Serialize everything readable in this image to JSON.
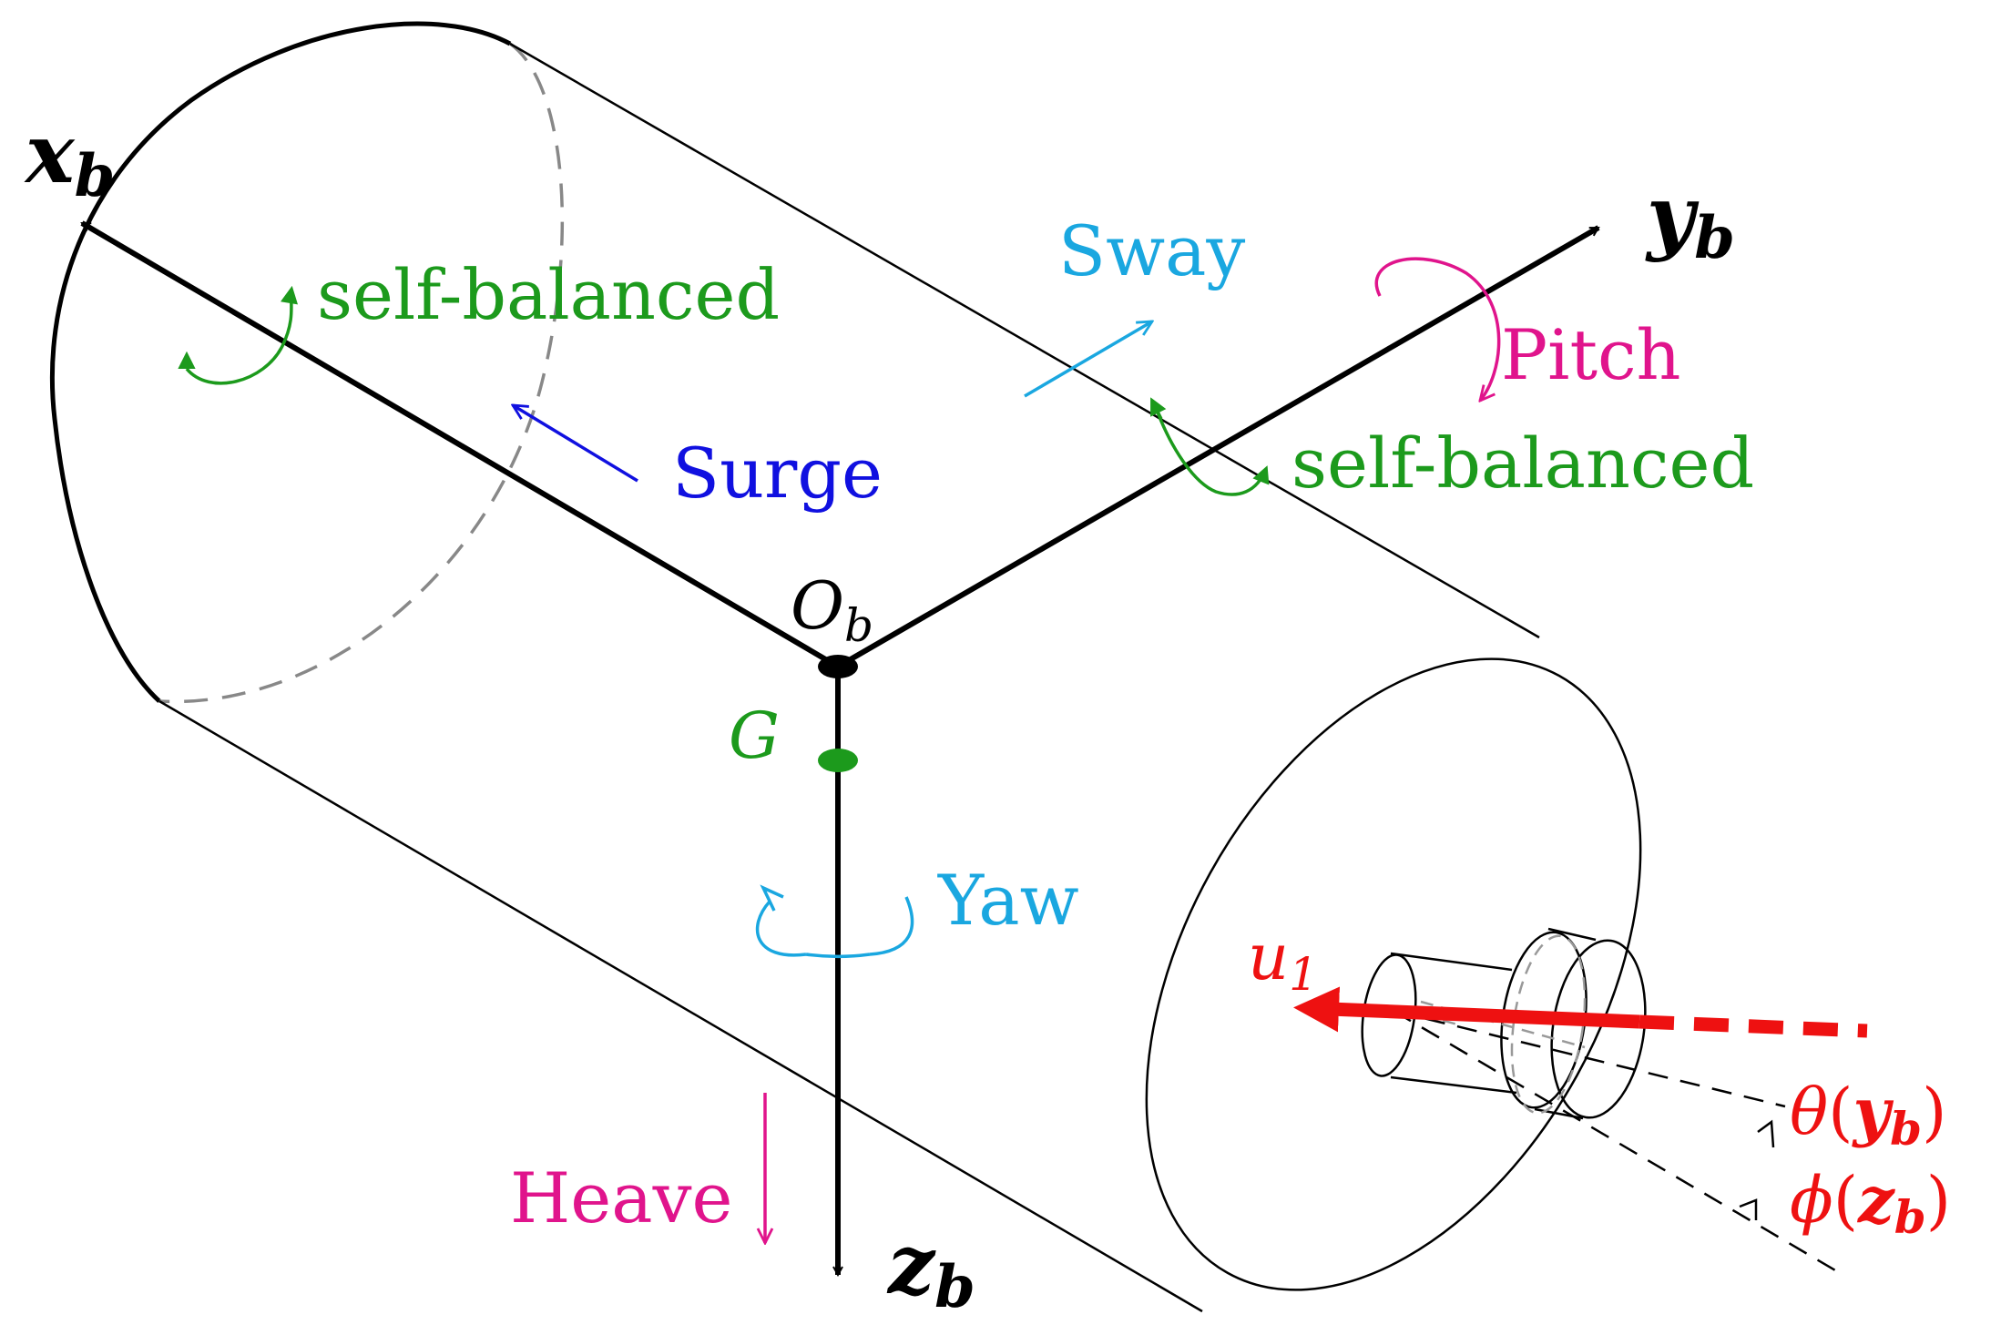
{
  "axes": {
    "x": {
      "main": "x",
      "sub": "b"
    },
    "y": {
      "main": "y",
      "sub": "b"
    },
    "z": {
      "main": "z",
      "sub": "b"
    },
    "origin": {
      "main": "O",
      "sub": "b"
    }
  },
  "points": {
    "g": "G"
  },
  "motions": {
    "surge": "Surge",
    "sway": "Sway",
    "heave": "Heave",
    "yaw": "Yaw",
    "pitch": "Pitch",
    "roll_x": "self-balanced",
    "roll_y": "self-balanced"
  },
  "thruster": {
    "force": {
      "main": "u",
      "sub": "1"
    },
    "angle_theta": {
      "sym": "θ",
      "open": "(",
      "axis": "y",
      "sub": "b",
      "close": ")"
    },
    "angle_phi": {
      "sym": "ϕ",
      "open": "(",
      "axis": "z",
      "sub": "b",
      "close": ")"
    }
  },
  "colors": {
    "axis": "#000000",
    "surge": "#1010e0",
    "sway": "#1aa7e0",
    "yaw": "#1aa7e0",
    "heave": "#e0148c",
    "pitch": "#e0148c",
    "self_balanced": "#1c9a1c",
    "g_point": "#1c9a1c",
    "thrust": "#ee1111",
    "hidden_edge": "#888888"
  }
}
